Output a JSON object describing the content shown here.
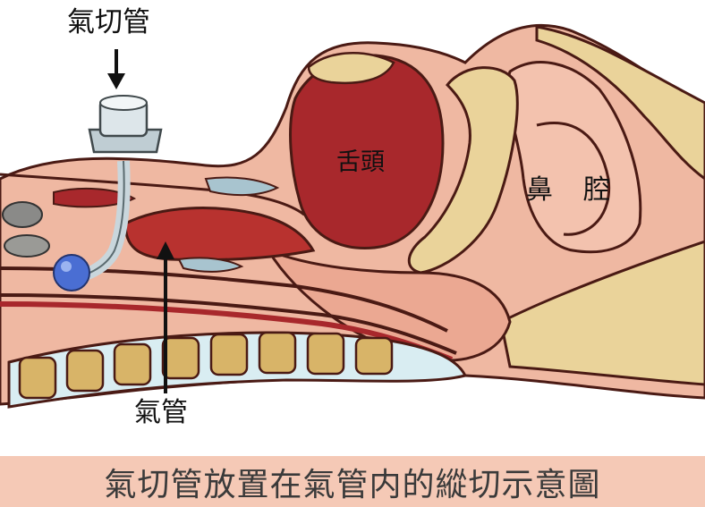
{
  "labels": {
    "tracheostomy_tube": "氣切管",
    "tongue": "舌頭",
    "nasal_cavity_char1": "鼻",
    "nasal_cavity_char2": "腔",
    "trachea": "氣管"
  },
  "caption": "氣切管放置在氣管内的縱切示意圖",
  "colors": {
    "caption_bar": "#f5c9b6",
    "tissue_pink": "#eba892",
    "muscle_red": "#a8282c",
    "bone_yellow": "#ead39a"
  }
}
